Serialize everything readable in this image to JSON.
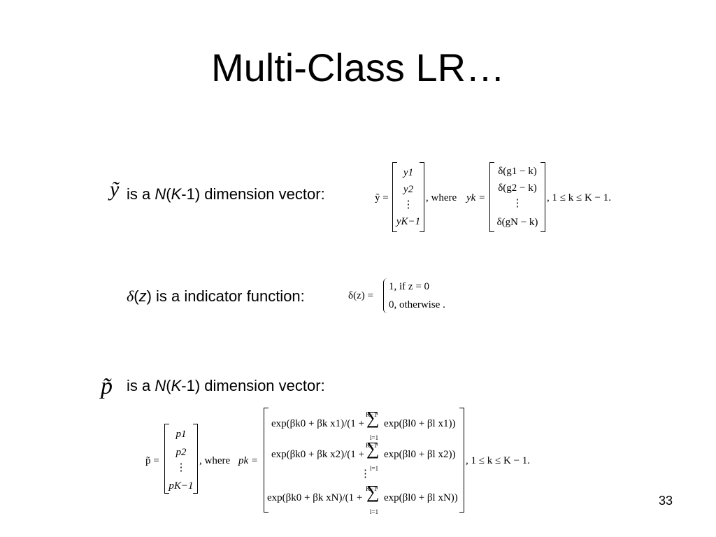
{
  "title": "Multi-Class LR…",
  "line1": {
    "symbol": "ỹ",
    "text_a": "is a ",
    "text_N": "N",
    "text_b": "(",
    "text_K": "K",
    "text_c": "-1) dimension vector:",
    "lhs": "ỹ =",
    "vec": [
      "y1",
      "y2",
      "⋮",
      "yK−1"
    ],
    "where": ",  where",
    "yk": "yk =",
    "cells": [
      "δ(g1 − k)",
      "δ(g2 − k)",
      "⋮",
      "δ(gN − k)"
    ],
    "range": ", 1 ≤ k ≤ K − 1."
  },
  "line2": {
    "symbol": "δ",
    "text_a": "(",
    "text_z": "z",
    "text_b": ") is a indicator function:",
    "lhs": "δ(z) =",
    "case1": "1, if   z = 0",
    "case2": "0, otherwise ."
  },
  "line3": {
    "symbol": "p̃",
    "text_a": "is a ",
    "text_N": "N",
    "text_b": "(",
    "text_K": "K",
    "text_c": "-1) dimension vector:",
    "lhs": "p̃ =",
    "vec": [
      "p1",
      "p2",
      "⋮",
      "pK−1"
    ],
    "where": ",  where",
    "pk": "pk =",
    "rows": [
      "exp(βk0 + βk x1)/(1 + ",
      "exp(βk0 + βk x2)/(1 + ",
      "⋮",
      "exp(βk0 + βk xN)/(1 + "
    ],
    "sum_tail": [
      "exp(βl0 + βl x1))",
      "exp(βl0 + βl x2))",
      "exp(βl0 + βl xN))"
    ],
    "sum_top": "K−1",
    "sum_bot": "l=1",
    "range": ", 1 ≤ k ≤ K − 1."
  },
  "slide_number": "33"
}
